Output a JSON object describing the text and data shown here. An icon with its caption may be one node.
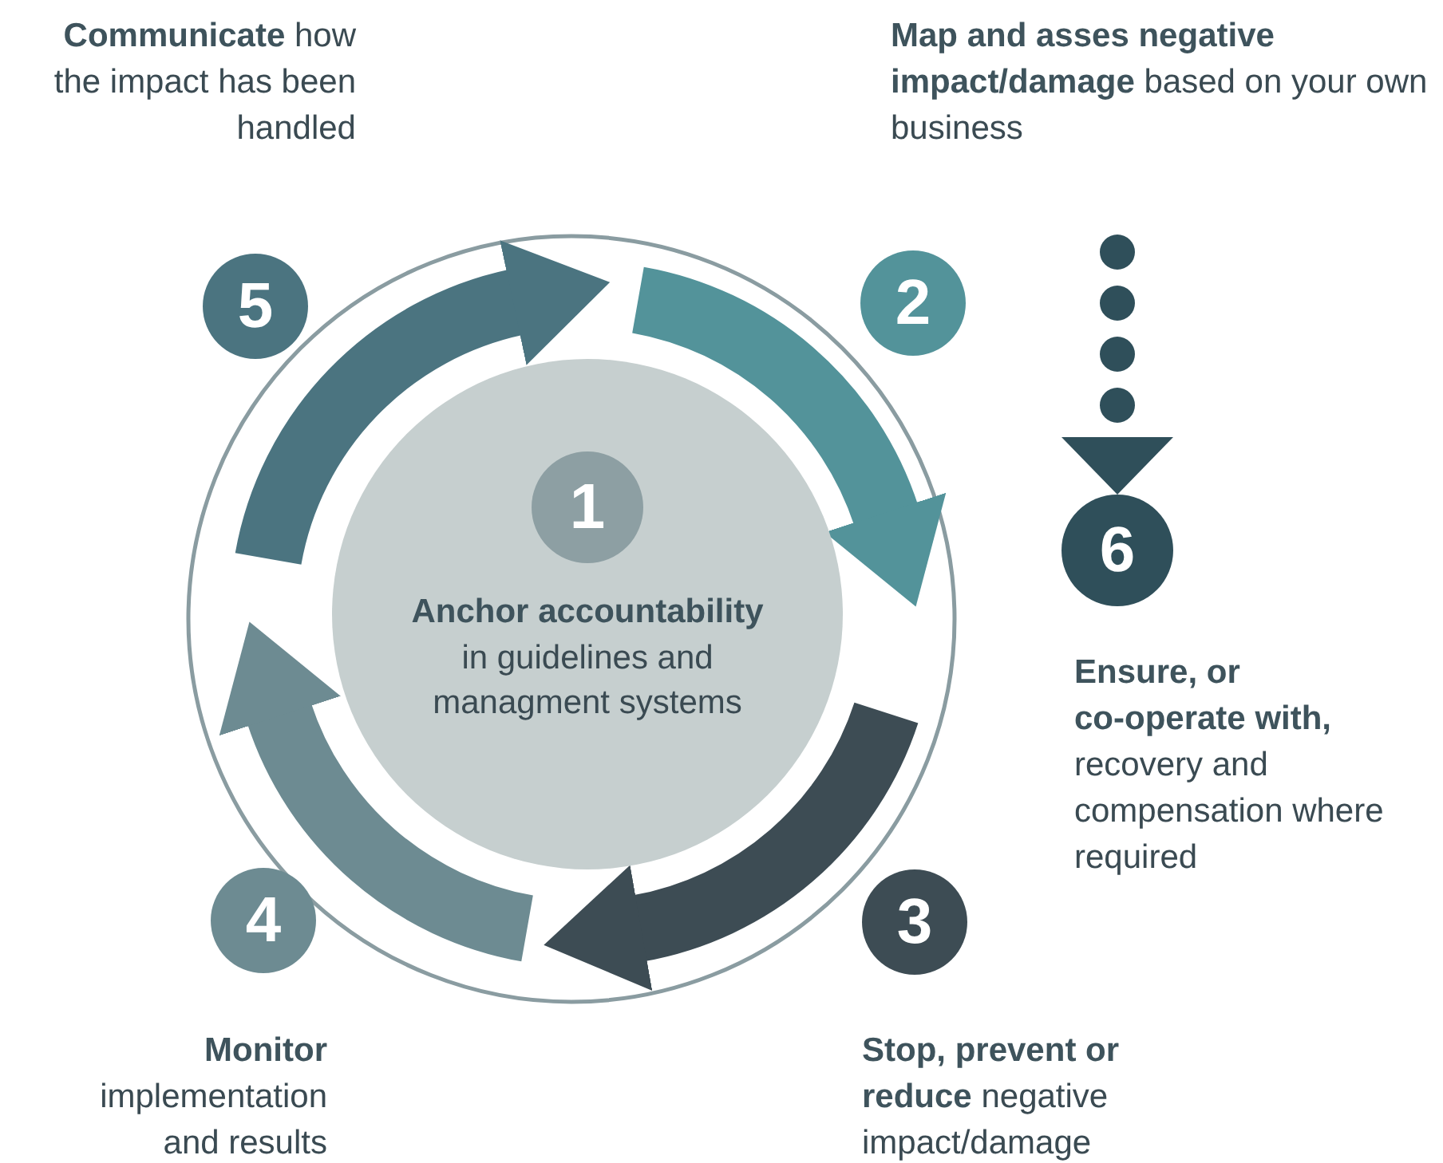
{
  "diagram": {
    "nodes": [
      {
        "text": [
          "1",
          "Anchor accountability",
          "in guidelines and managment systems"
        ]
      },
      {
        "text": [
          "2"
        ],
        "beside": [
          "**Map and asses negative impact/damage** based on your own business"
        ]
      },
      {
        "text": [
          "3"
        ],
        "beside": [
          "**Stop, prevent or reduce** negative impact/damage"
        ]
      },
      {
        "text": [
          "4"
        ],
        "beside": [
          "**Monitor** implementation and results"
        ]
      },
      {
        "text": [
          "5"
        ],
        "beside": [
          "**Communicate** how the impact has been handled"
        ]
      },
      {
        "text": [
          "6"
        ],
        "beside": [
          "**Ensure, or co-operate with,** recovery and compensation where required"
        ]
      }
    ],
    "edges": [
      {
        "from": null,
        "to": 5,
        "arrow": "to",
        "style": "dashed",
        "color": "#2f4f5a"
      }
    ]
  }
}
